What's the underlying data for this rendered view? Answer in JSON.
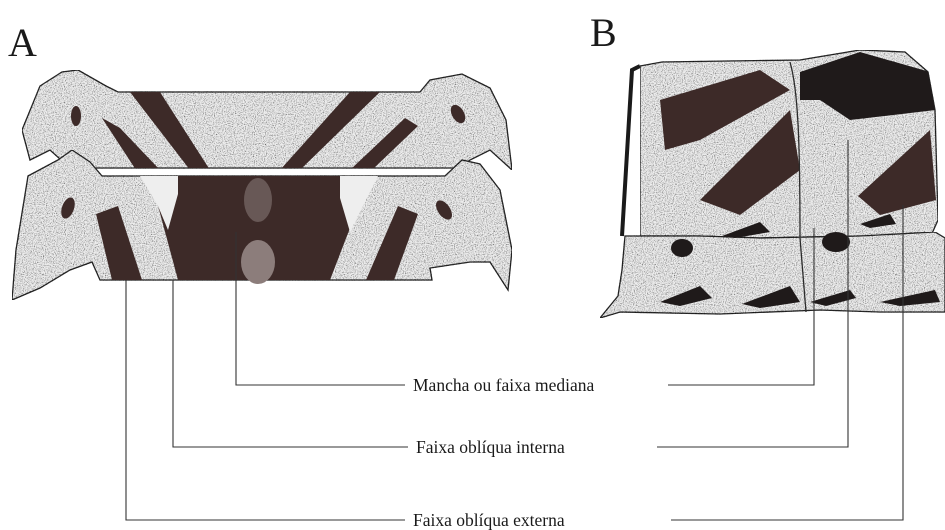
{
  "panels": {
    "a": {
      "letter": "A"
    },
    "b": {
      "letter": "B"
    }
  },
  "labels": {
    "median": "Mancha ou faixa mediana",
    "inner": "Faixa oblíqua interna",
    "outer": "Faixa oblíqua externa"
  },
  "colors": {
    "band": "#3d2a28",
    "band_dark": "#1f1a1a",
    "segment_fill": "#eeeeee",
    "median_spot": "#8c7d7b"
  }
}
